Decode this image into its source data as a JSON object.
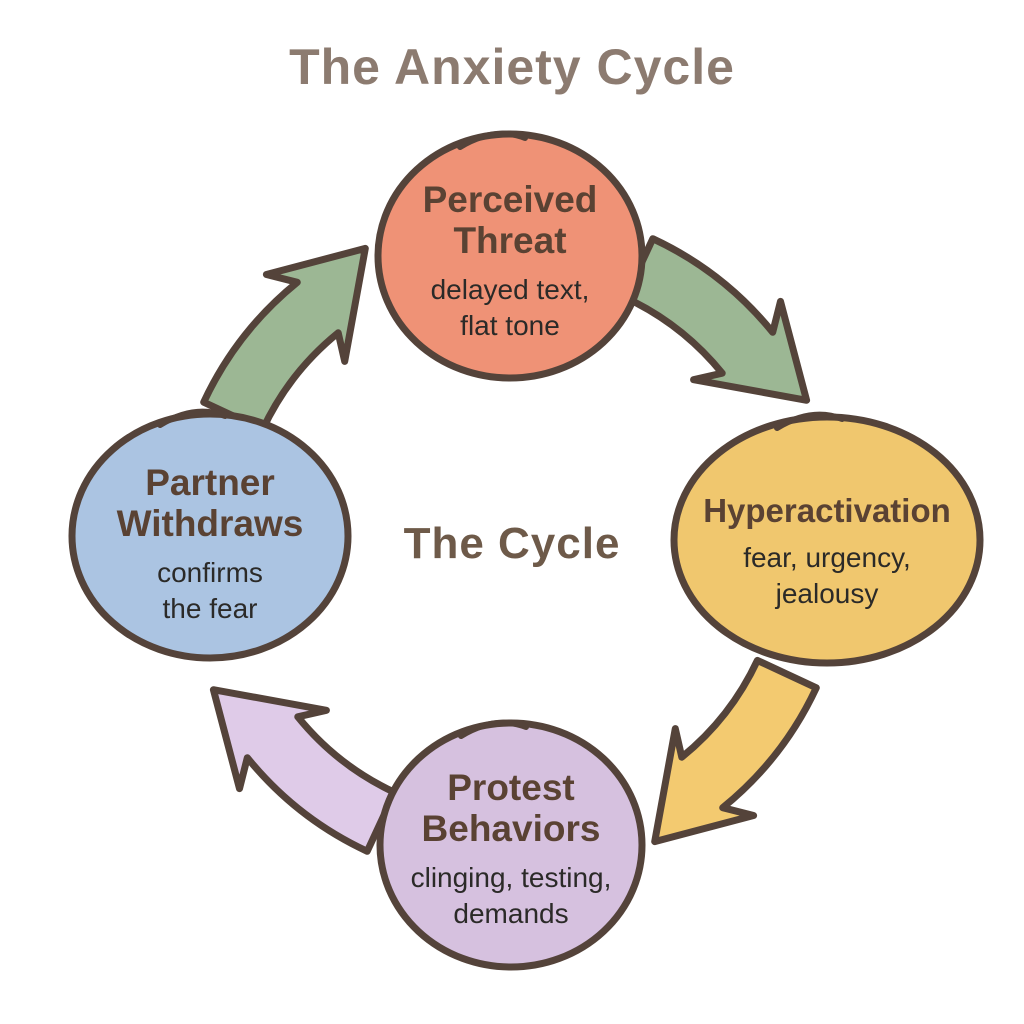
{
  "title": "The Anxiety Cycle",
  "center_label": "The Cycle",
  "colors": {
    "background": "#FFFFFF",
    "outline": "#54433A",
    "title_text": "#8C7B70",
    "node_title_text": "#5A4233",
    "node_subtitle_text": "#2B2A28",
    "center_label_text": "#6E5A49"
  },
  "nodes": [
    {
      "id": "perceived-threat",
      "title": "Perceived\nThreat",
      "subtitle": "delayed text,\nflat tone",
      "fill": "#EF9276"
    },
    {
      "id": "hyperactivation",
      "title": "Hyperactivation",
      "subtitle": "fear, urgency,\njealousy",
      "fill": "#F0C76E"
    },
    {
      "id": "protest-behaviors",
      "title": "Protest\nBehaviors",
      "subtitle": "clinging, testing,\ndemands",
      "fill": "#D6C1DF"
    },
    {
      "id": "partner-withdraws",
      "title": "Partner\nWithdraws",
      "subtitle": "confirms\nthe fear",
      "fill": "#ABC4E2"
    }
  ],
  "arrows": [
    {
      "id": "threat-to-hyperactivation",
      "from": "Perceived Threat",
      "to": "Hyperactivation",
      "fill": "#9CB794"
    },
    {
      "id": "hyperactivation-to-protest",
      "from": "Hyperactivation",
      "to": "Protest Behaviors",
      "fill": "#F3CA70"
    },
    {
      "id": "protest-to-withdraws",
      "from": "Protest Behaviors",
      "to": "Partner Withdraws",
      "fill": "#DFCBE8"
    },
    {
      "id": "withdraws-to-threat",
      "from": "Partner Withdraws",
      "to": "Perceived Threat",
      "fill": "#9CB794"
    }
  ]
}
